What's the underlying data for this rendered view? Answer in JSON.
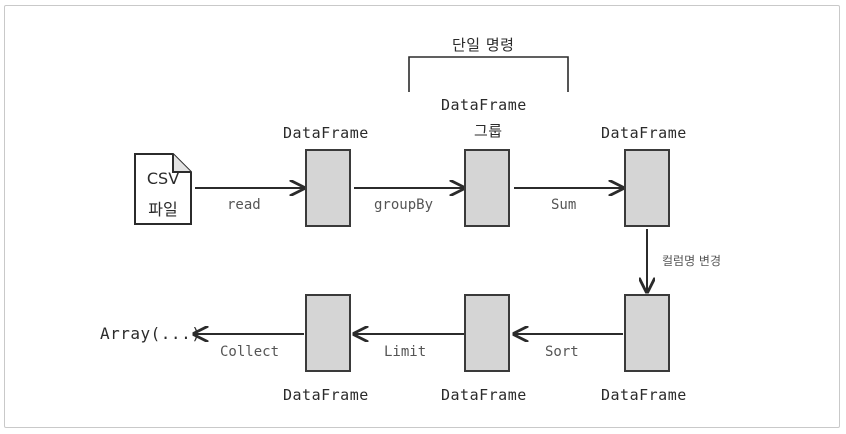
{
  "bracket_label": "단일 명령",
  "file": {
    "line1": "CSV",
    "line2": "파일"
  },
  "frames": {
    "top1": "DataFrame",
    "top2_line1": "DataFrame",
    "top2_line2": "그룹",
    "top3": "DataFrame",
    "bottom1": "DataFrame",
    "bottom2": "DataFrame",
    "bottom3": "DataFrame"
  },
  "edges": {
    "read": "read",
    "groupBy": "groupBy",
    "sum": "Sum",
    "rename": "컬럼명 변경",
    "sort": "Sort",
    "limit": "Limit",
    "collect": "Collect"
  },
  "result": "Array(...)"
}
